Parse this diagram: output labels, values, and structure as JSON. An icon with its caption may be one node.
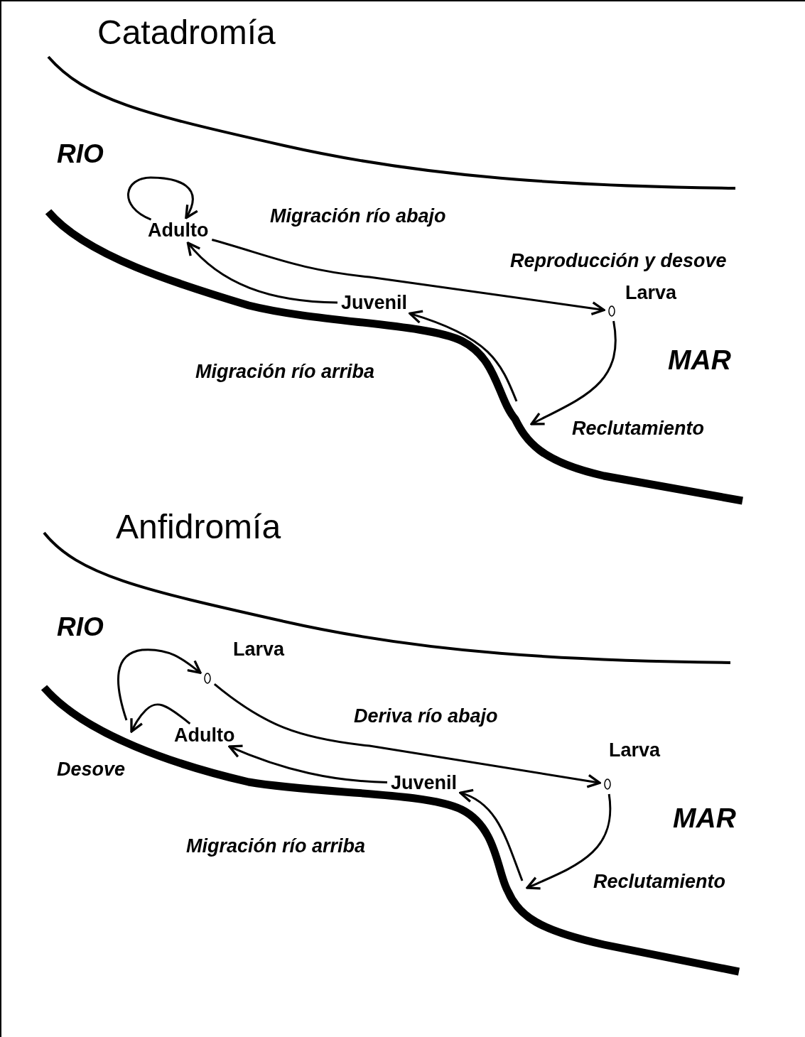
{
  "diagram": {
    "nodes": [
      {
        "text": [
          "Adulto"
        ]
      },
      {
        "text": [],
        "shape": "circle",
        "beside": [
          "Larva"
        ]
      },
      {
        "text": [
          "Juvenil"
        ]
      },
      {
        "text": [],
        "shape": "circle",
        "beside": [
          "Larva"
        ]
      },
      {
        "text": [
          "Adulto"
        ]
      },
      {
        "text": [],
        "shape": "circle",
        "beside": [
          "Larva"
        ]
      },
      {
        "text": [
          "Juvenil"
        ]
      }
    ],
    "edges": [
      {
        "from": 0,
        "to": 0,
        "arrow": "to"
      },
      {
        "from": 0,
        "to": 1,
        "arrow": "to",
        "label": "Migración río abajo"
      },
      {
        "from": 1,
        "to": null,
        "arrow": "to",
        "label": "Reclutamiento"
      },
      {
        "from": null,
        "to": 2,
        "arrow": "to"
      },
      {
        "from": 2,
        "to": 0,
        "arrow": "to",
        "label": "Migración río arriba"
      },
      {
        "from": 4,
        "to": null,
        "arrow": "to"
      },
      {
        "from": null,
        "to": 3,
        "arrow": "to"
      },
      {
        "from": 3,
        "to": 5,
        "arrow": "to",
        "label": "Deriva río abajo"
      },
      {
        "from": 5,
        "to": null,
        "arrow": "to",
        "label": "Reclutamiento"
      },
      {
        "from": null,
        "to": 6,
        "arrow": "to"
      },
      {
        "from": 6,
        "to": 4,
        "arrow": "to",
        "label": "Migración río arriba"
      }
    ],
    "labels": [
      "Catadromía",
      "RIO",
      "Reproducción y desove",
      "MAR",
      "Anfidromía",
      "RIO",
      "Desove",
      "MAR"
    ]
  }
}
